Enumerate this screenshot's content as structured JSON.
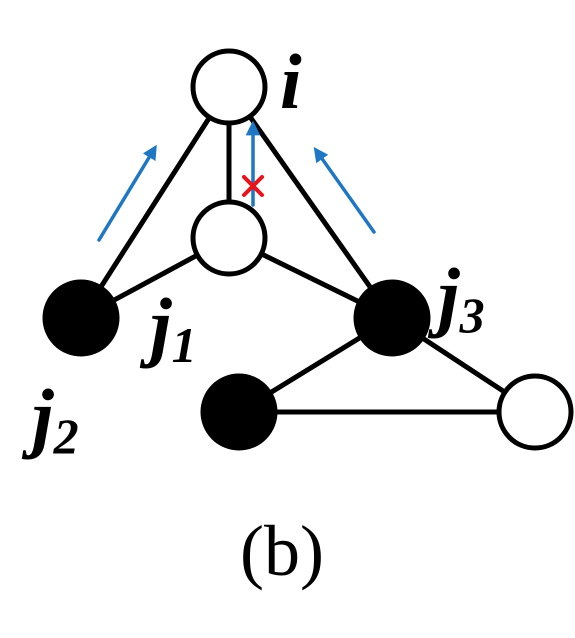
{
  "labels": {
    "i": {
      "main": "i",
      "sub": ""
    },
    "j1": {
      "main": "j",
      "sub": "1"
    },
    "j2": {
      "main": "j",
      "sub": "2"
    },
    "j3": {
      "main": "j",
      "sub": "3"
    }
  },
  "caption": "(b)",
  "nodes": [
    {
      "id": "i",
      "fill": "white"
    },
    {
      "id": "j1",
      "fill": "white"
    },
    {
      "id": "j2",
      "fill": "black"
    },
    {
      "id": "j3",
      "fill": "black"
    },
    {
      "id": "n5",
      "fill": "black"
    },
    {
      "id": "n6",
      "fill": "white"
    }
  ],
  "edges": [
    [
      "i",
      "j1"
    ],
    [
      "i",
      "j2"
    ],
    [
      "i",
      "j3"
    ],
    [
      "j1",
      "j2"
    ],
    [
      "j1",
      "j3"
    ],
    [
      "j3",
      "n5"
    ],
    [
      "j3",
      "n6"
    ],
    [
      "n5",
      "n6"
    ]
  ],
  "messages": [
    {
      "from": "j2",
      "to": "i",
      "blocked": false
    },
    {
      "from": "j1",
      "to": "i",
      "blocked": true
    },
    {
      "from": "j3",
      "to": "i",
      "blocked": false
    }
  ],
  "colors": {
    "arrow": "#1f77c4",
    "blocked": "#e8141c",
    "black_node": "#000000",
    "white_node": "#ffffff"
  },
  "icons": {
    "message_arrow": "arrow-up-icon",
    "blocked_mark": "cross-icon"
  }
}
